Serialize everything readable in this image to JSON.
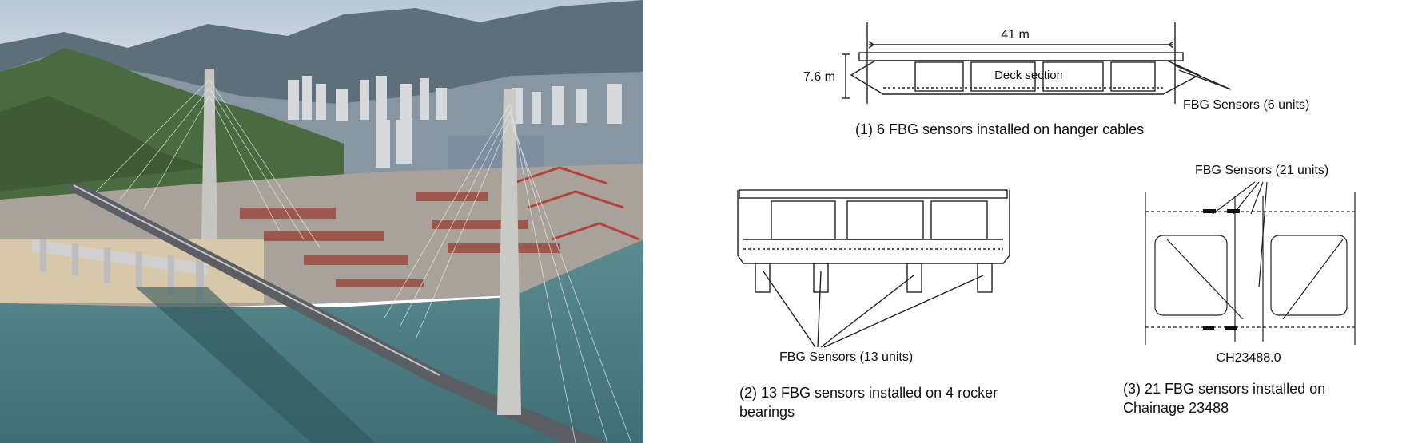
{
  "diagram1": {
    "dimension_width": "41 m",
    "dimension_height": "7.6 m",
    "deck_label": "Deck section",
    "sensor_label": "FBG Sensors (6 units)",
    "caption": "(1) 6 FBG sensors installed on hanger cables"
  },
  "diagram2": {
    "sensor_label": "FBG Sensors (13 units)",
    "caption_line1": "(2) 13 FBG sensors installed on 4 rocker",
    "caption_line2": "bearings"
  },
  "diagram3": {
    "sensor_label": "FBG Sensors (21 units)",
    "chainage_label": "CH23488.0",
    "caption_line1": "(3) 21 FBG sensors installed on",
    "caption_line2": "Chainage 23488"
  },
  "colors": {
    "sky": "#c9d3de",
    "water": "#4c7f86",
    "hills": "#4f6a45",
    "line": "#222222"
  }
}
